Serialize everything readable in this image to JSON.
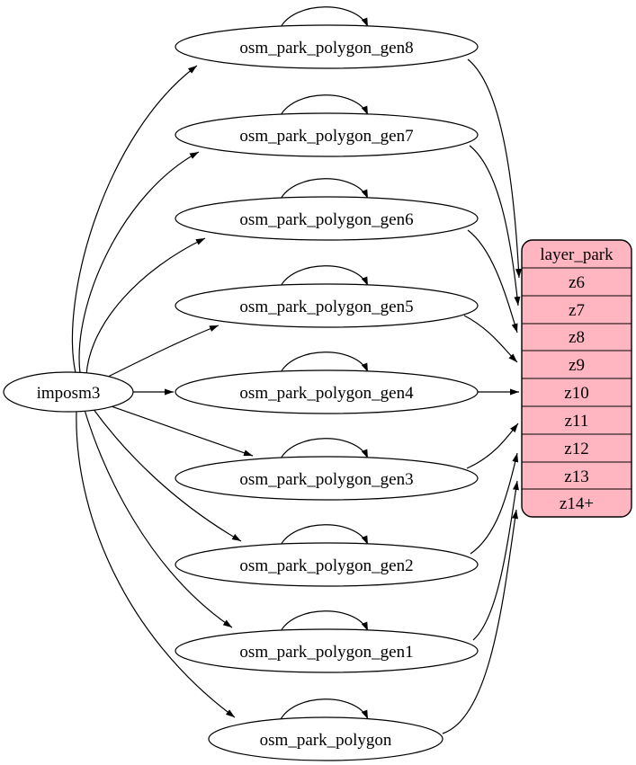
{
  "diagram": {
    "type": "dependency-graph",
    "source_node": {
      "label": "imposm3"
    },
    "table_nodes": [
      {
        "label": "osm_park_polygon_gen8",
        "target_zoom": "z6"
      },
      {
        "label": "osm_park_polygon_gen7",
        "target_zoom": "z7"
      },
      {
        "label": "osm_park_polygon_gen6",
        "target_zoom": "z8"
      },
      {
        "label": "osm_park_polygon_gen5",
        "target_zoom": "z9"
      },
      {
        "label": "osm_park_polygon_gen4",
        "target_zoom": "z10"
      },
      {
        "label": "osm_park_polygon_gen3",
        "target_zoom": "z11"
      },
      {
        "label": "osm_park_polygon_gen2",
        "target_zoom": "z12"
      },
      {
        "label": "osm_park_polygon_gen1",
        "target_zoom": "z13"
      },
      {
        "label": "osm_park_polygon",
        "target_zoom": "z14+"
      }
    ],
    "layer_node": {
      "title": "layer_park",
      "rows": [
        "z6",
        "z7",
        "z8",
        "z9",
        "z10",
        "z11",
        "z12",
        "z13",
        "z14+"
      ]
    },
    "colors": {
      "layer_fill": "#ffb6c1",
      "edge_stroke": "#000000",
      "node_fill": "#ffffff",
      "background": "#ffffff"
    }
  }
}
